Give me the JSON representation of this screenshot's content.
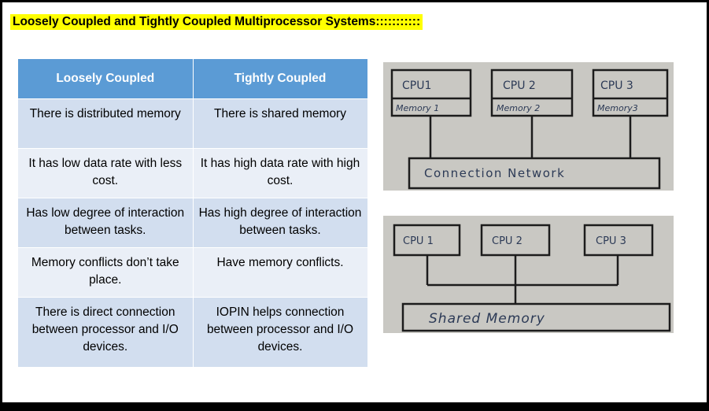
{
  "title": "Loosely Coupled and Tightly Coupled Multiprocessor Systems:::::::::::",
  "table": {
    "headers": [
      "Loosely Coupled",
      "Tightly Coupled"
    ],
    "rows": [
      [
        "There is distributed memory",
        "There is shared memory"
      ],
      [
        "It has low data rate with less cost.",
        "It has high data rate with high cost."
      ],
      [
        "Has low degree of interaction between tasks.",
        "Has high degree of interaction between tasks."
      ],
      [
        "Memory conflicts don’t take place.",
        "Have memory conflicts."
      ],
      [
        "There is direct connection between processor and I/O devices.",
        "IOPIN helps connection between processor and I/O devices."
      ]
    ]
  },
  "diagram_loose": {
    "cpus": [
      "CPU1",
      "CPU 2",
      "CPU 3"
    ],
    "memories": [
      "Memory 1",
      "Memory 2",
      "Memory3"
    ],
    "network": "Connection Network"
  },
  "diagram_tight": {
    "cpus": [
      "CPU 1",
      "CPU 2",
      "CPU 3"
    ],
    "memory": "Shared Memory"
  },
  "colors": {
    "title_highlight": "#ffff00",
    "header_bg": "#5b9bd5",
    "row_dark": "#d2deef",
    "row_light": "#eaeff7",
    "photo_bg": "#c9c8c3",
    "ink": "#2c3a56"
  }
}
